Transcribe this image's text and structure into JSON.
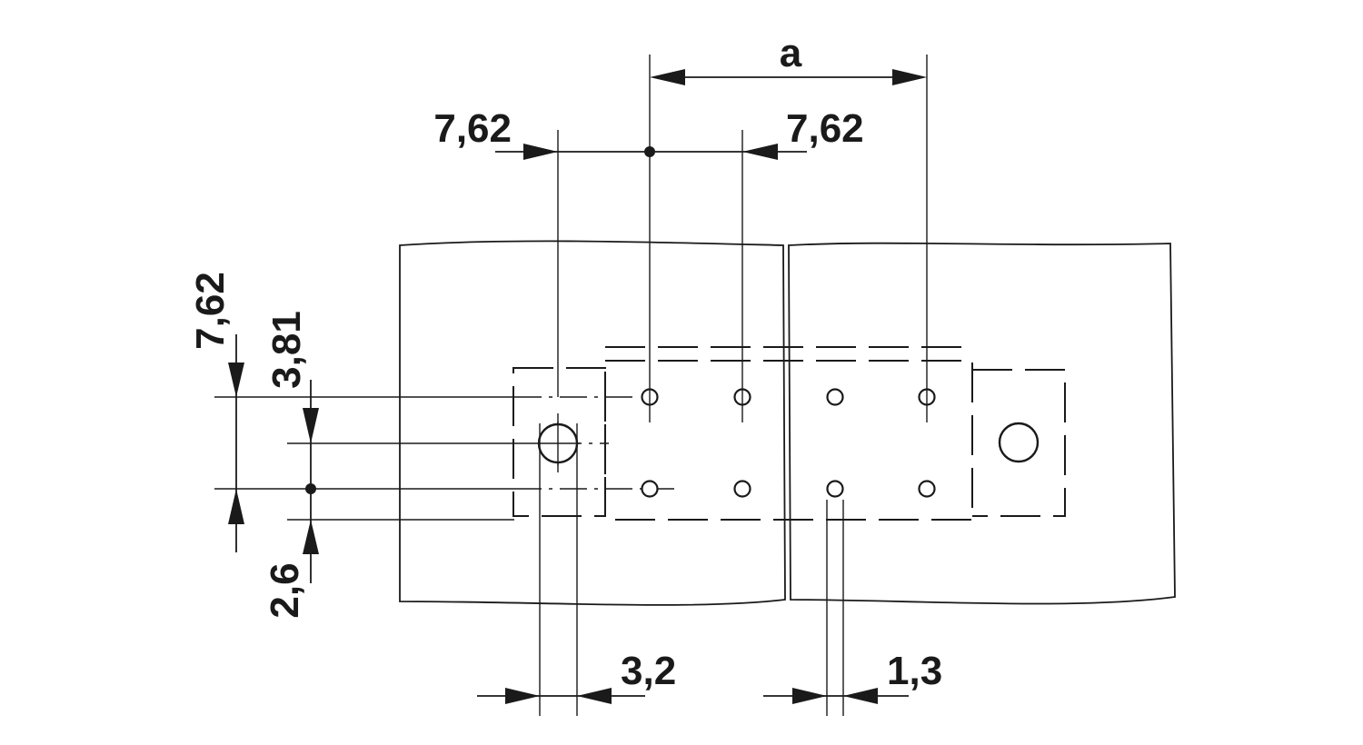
{
  "dimensions": {
    "pitch_label": "a",
    "pitch_left": "7,62",
    "pitch_right": "7,62",
    "row_pitch": "7,62",
    "row_offset": "3,81",
    "edge_offset": "2,6",
    "mount_hole": "3,2",
    "pin_hole": "1,3"
  }
}
